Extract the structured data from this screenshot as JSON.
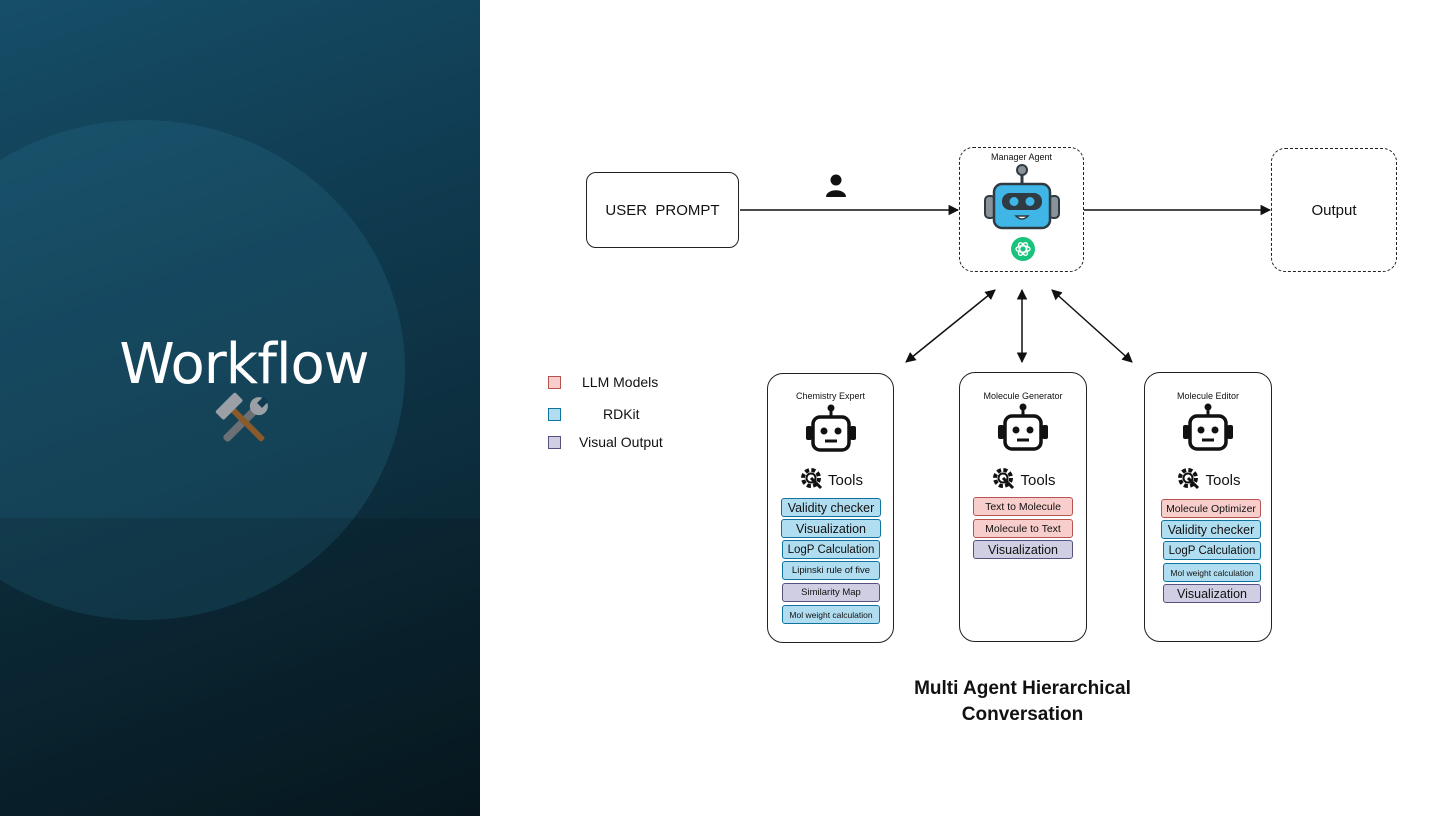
{
  "slide": {
    "title": "Workflow",
    "title_icon": "hammer-and-wrench-icon"
  },
  "diagram": {
    "user_prompt": "USER  PROMPT",
    "user_icon": "person-icon",
    "manager": {
      "label": "Manager Agent",
      "icon": "robot-icon",
      "badge_icon": "openai-icon"
    },
    "output": "Output",
    "tools_label": "Tools",
    "agents": [
      {
        "title": "Chemistry Expert",
        "tools": [
          {
            "label": "Validity checker",
            "type": "rdkit"
          },
          {
            "label": "Visualization",
            "type": "rdkit"
          },
          {
            "label": "LogP Calculation",
            "type": "rdkit"
          },
          {
            "label": "Lipinski rule of five",
            "type": "rdkit"
          },
          {
            "label": "Similarity Map",
            "type": "visual"
          },
          {
            "label": "Mol weight calculation",
            "type": "rdkit"
          }
        ]
      },
      {
        "title": "Molecule Generator",
        "tools": [
          {
            "label": "Text to Molecule",
            "type": "llm"
          },
          {
            "label": "Molecule to Text",
            "type": "llm"
          },
          {
            "label": "Visualization",
            "type": "visual"
          }
        ]
      },
      {
        "title": "Molecule Editor",
        "tools": [
          {
            "label": "Molecule Optimizer",
            "type": "llm"
          },
          {
            "label": "Validity checker",
            "type": "rdkit"
          },
          {
            "label": "LogP Calculation",
            "type": "rdkit"
          },
          {
            "label": "Mol weight calculation",
            "type": "rdkit"
          },
          {
            "label": "Visualization",
            "type": "visual"
          }
        ]
      }
    ],
    "legend": [
      {
        "label": "LLM Models",
        "color": "#f8cecc",
        "border": "#b85450"
      },
      {
        "label": "RDKit",
        "color": "#b1ddf0",
        "border": "#10739e"
      },
      {
        "label": "Visual Output",
        "color": "#d0cee2",
        "border": "#56517e"
      }
    ],
    "caption_line1": "Multi Agent Hierarchical",
    "caption_line2": "Conversation"
  }
}
